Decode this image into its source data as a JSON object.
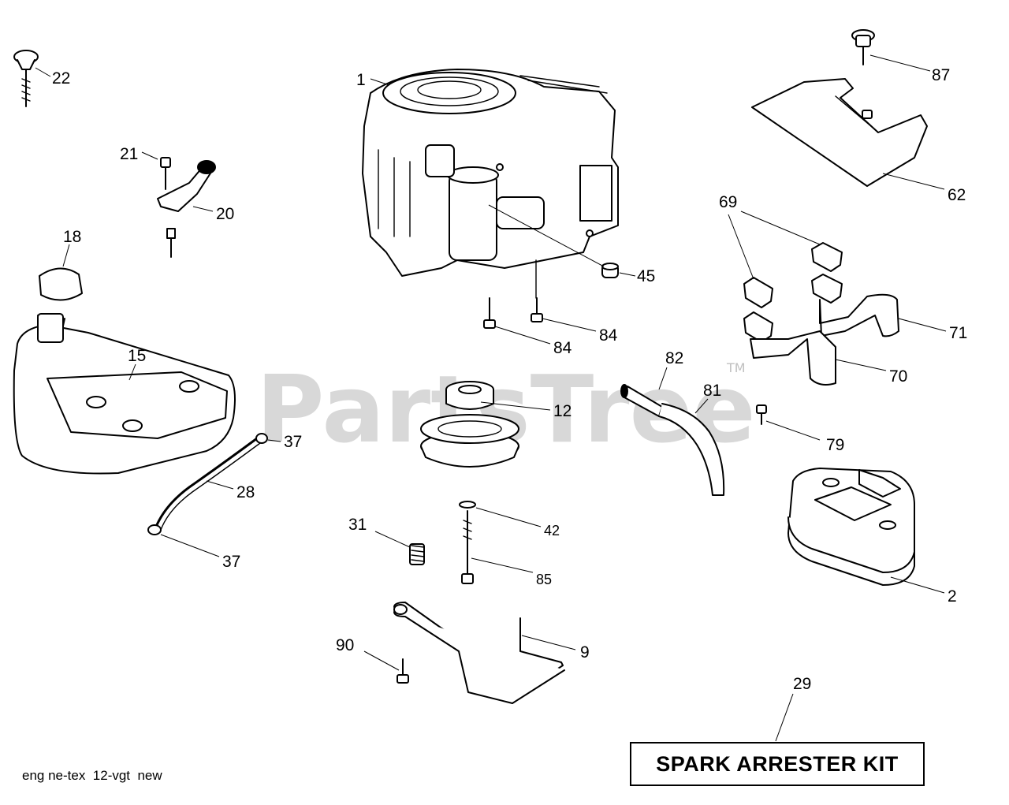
{
  "diagram": {
    "watermark": "PartsTree",
    "trademark": "TM",
    "kit_label": "SPARK ARRESTER KIT",
    "footer_code": "eng ne-tex  12-vgt  new",
    "callouts": {
      "c1": "1",
      "c2": "2",
      "c9": "9",
      "c12": "12",
      "c15": "15",
      "c18": "18",
      "c20": "20",
      "c21": "21",
      "c22": "22",
      "c28": "28",
      "c29": "29",
      "c31": "31",
      "c37a": "37",
      "c37b": "37",
      "c42": "42",
      "c45": "45",
      "c62": "62",
      "c69": "69",
      "c70": "70",
      "c71": "71",
      "c79": "79",
      "c81": "81",
      "c82": "82",
      "c84a": "84",
      "c84b": "84",
      "c85": "85",
      "c87": "87",
      "c90": "90"
    }
  }
}
